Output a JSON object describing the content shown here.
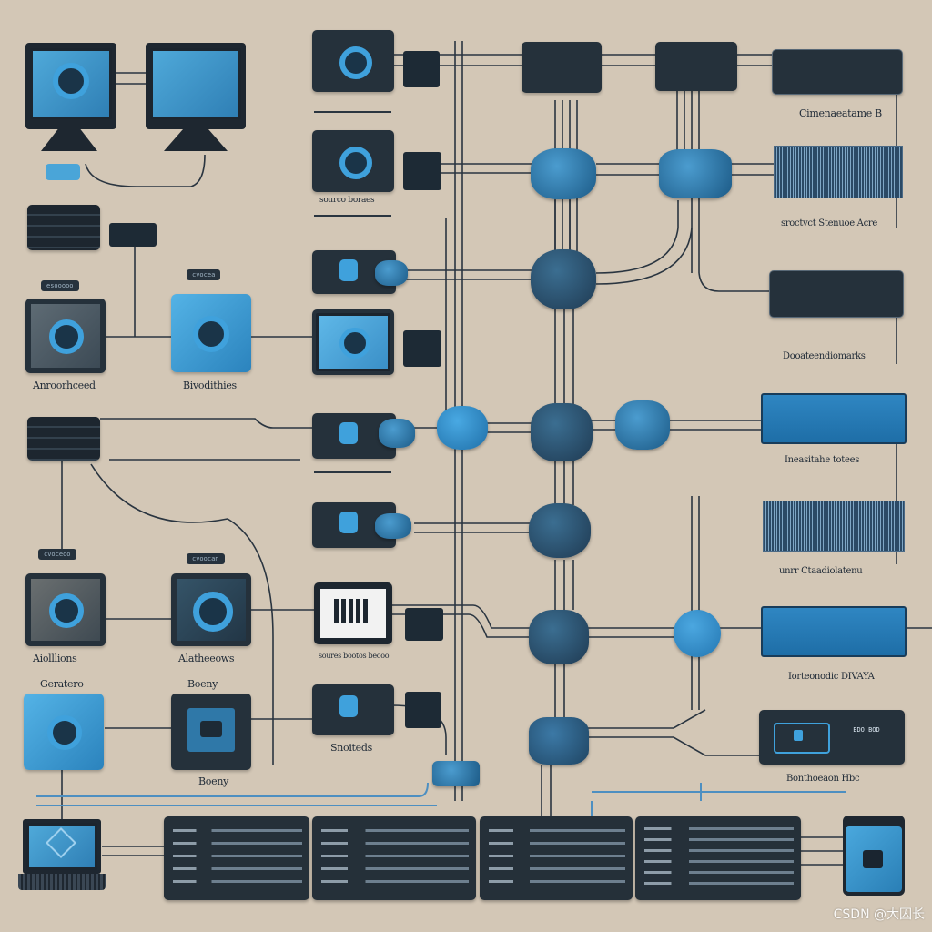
{
  "palette": {
    "background": "#d3c7b6",
    "dark_node": "#25313b",
    "accent_blue": "#3fa1dc",
    "wire": "#2a3540"
  },
  "labels": {
    "server_devices": "sourco boraes",
    "automated": "Anroorhceed",
    "environments": "Bivodithies",
    "automation": "Aiolllions",
    "automated_2": "Alatheeows",
    "generator": "Geratero",
    "screen": "Boeny",
    "shields": "Snoiteds",
    "storage_devices": "soures bootos beooo",
    "dimensions_top": "Cimenaeatame B",
    "creator_access": "sroctvct Stenuoe Acre",
    "documental": "Dooateendiomarks",
    "premium_tables": "Ineasitahe totees",
    "unlock_connections": "unrr Ctaadiolatenu",
    "infrastructure": "Iorteonodic DIVAYA",
    "bottom_right": "Bonthoeaon Hbc"
  },
  "tags": {
    "left_tag_1": "esooooo",
    "left_tag_2": "cvocea",
    "left_tag_3": "cvoceoo",
    "left_tag_4": "cvoocan",
    "rack_tag": "EDO BOD"
  },
  "watermark": "CSDN @大囚长"
}
